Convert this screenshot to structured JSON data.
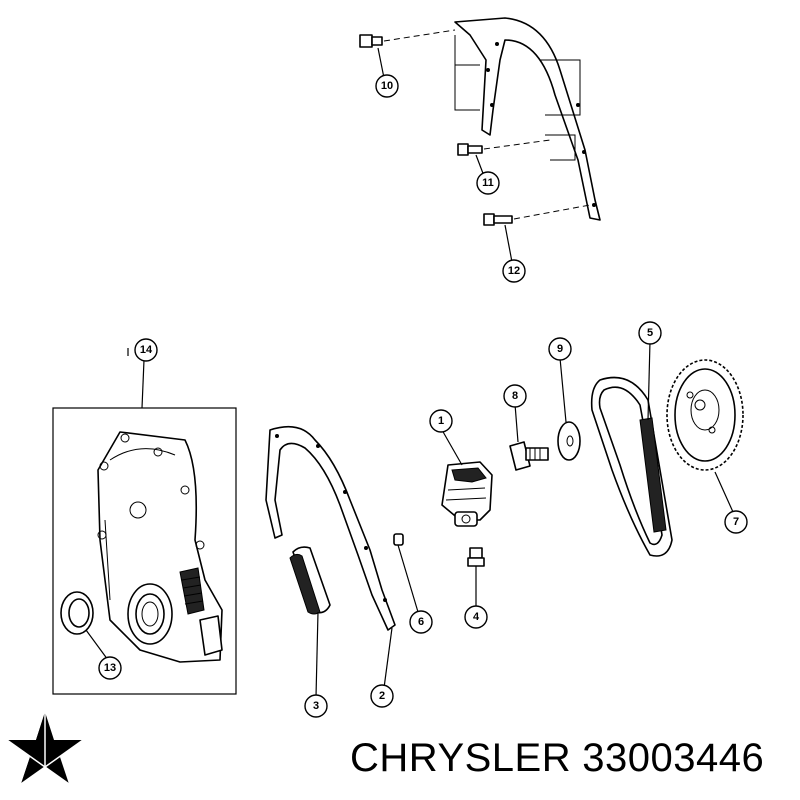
{
  "brand": "CHRYSLER",
  "part_number": "33003446",
  "logo": "chrysler-pentastar-logo",
  "callouts": [
    "1",
    "2",
    "3",
    "4",
    "5",
    "6",
    "7",
    "8",
    "9",
    "10",
    "11",
    "12",
    "13",
    "14"
  ]
}
